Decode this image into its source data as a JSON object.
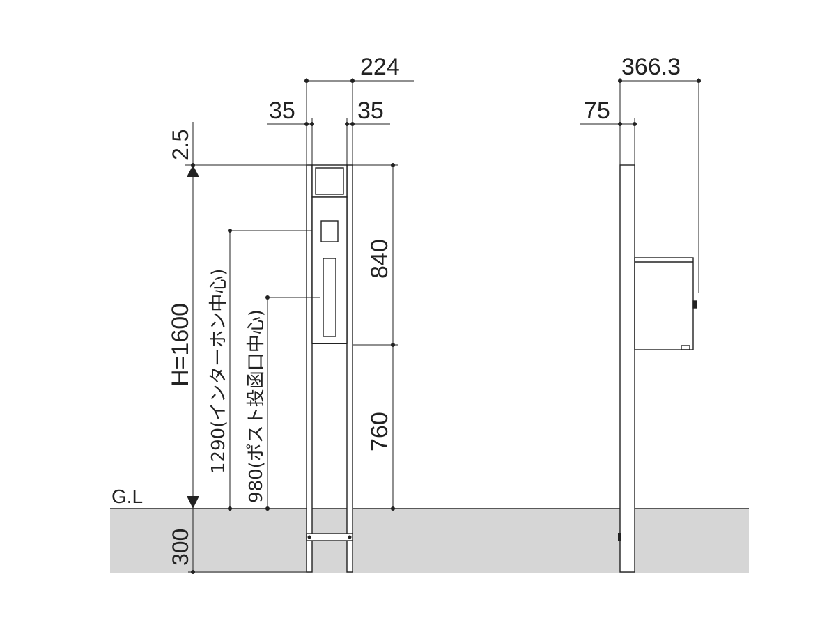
{
  "diagram": {
    "front_view": {
      "width_total": "224",
      "left_post_width": "35",
      "right_post_width": "35",
      "top_offset": "2.5",
      "height_label": "H=1600",
      "upper_section": "840",
      "lower_section": "760",
      "intercom_center": "1290(インターホン中心)",
      "mail_slot_center": "980(ポスト投函口中心)",
      "buried_depth": "300",
      "ground_label": "G.L"
    },
    "side_view": {
      "depth_total": "366.3",
      "post_depth": "75"
    },
    "colors": {
      "line": "#222222",
      "ground_fill": "#d6d6d6"
    }
  }
}
